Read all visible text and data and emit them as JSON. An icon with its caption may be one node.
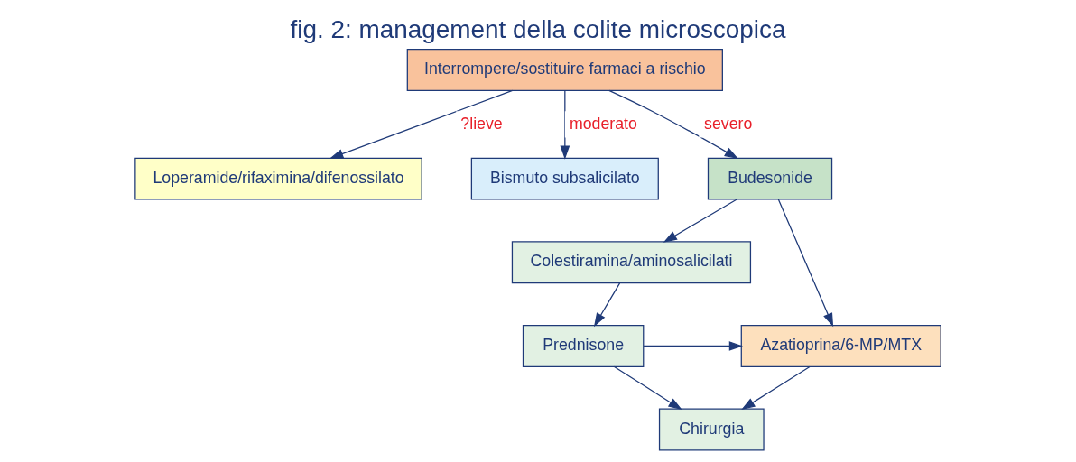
{
  "diagram": {
    "title": "fig. 2: management della colite microscopica",
    "nodes": [
      {
        "text": [
          "Interrompere/sostituire farmaci a rischio"
        ]
      },
      {
        "text": [
          "Loperamide/rifaximina/difenossilato"
        ]
      },
      {
        "text": [
          "Bismuto subsalicilato"
        ]
      },
      {
        "text": [
          "Budesonide"
        ]
      },
      {
        "text": [
          "Colestiramina/aminosalicilati"
        ]
      },
      {
        "text": [
          "Prednisone"
        ]
      },
      {
        "text": [
          "Azatioprina/6-MP/MTX"
        ]
      },
      {
        "text": [
          "Chirurgia"
        ]
      }
    ],
    "edges": [
      {
        "from": 0,
        "to": 1,
        "arrow": "to",
        "label": "?lieve"
      },
      {
        "from": 0,
        "to": 2,
        "arrow": "to",
        "label": "moderato"
      },
      {
        "from": 0,
        "to": 3,
        "arrow": "to",
        "label": "severo"
      },
      {
        "from": 3,
        "to": 4,
        "arrow": "to"
      },
      {
        "from": 3,
        "to": 6,
        "arrow": "to"
      },
      {
        "from": 4,
        "to": 5,
        "arrow": "to"
      },
      {
        "from": 5,
        "to": 6,
        "arrow": "to"
      },
      {
        "from": 5,
        "to": 7,
        "arrow": "to"
      },
      {
        "from": 6,
        "to": 7,
        "arrow": "to"
      }
    ]
  }
}
